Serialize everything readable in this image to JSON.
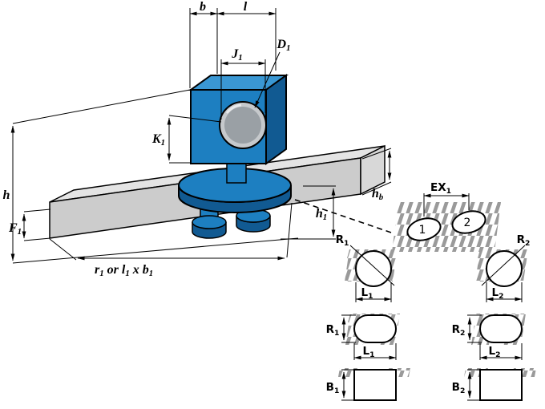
{
  "colors": {
    "clamp_blue": "#1d7fc1",
    "clamp_light": "#3a97d3",
    "clamp_dark": "#115a92",
    "rail_gray": "#cccccc",
    "rail_gray_light": "#e4e4e4",
    "rail_gray_mid": "#d8d8d8",
    "bore_gray": "#c6c9cc",
    "bore_gray_dark": "#9aa0a5",
    "hatch_gray": "#9a9a9a",
    "outline": "#000000"
  },
  "labels": {
    "b": "b",
    "l": "l",
    "j1": {
      "base": "J",
      "sub": "1"
    },
    "d1": {
      "base": "D",
      "sub": "1"
    },
    "k1": {
      "base": "K",
      "sub": "1"
    },
    "h": "h",
    "f1": {
      "base": "F",
      "sub": "1"
    },
    "h1": {
      "base": "h",
      "sub": "1"
    },
    "hb": {
      "base": "h",
      "sub": "b"
    },
    "r1_or": {
      "p1": "r",
      "s1": "1",
      "p2": " or l",
      "s2": "1",
      "p3": " x b",
      "s3": "1"
    },
    "ex1": {
      "base": "EX",
      "sub": "1"
    },
    "hole1": "1",
    "hole2": "2",
    "r1": {
      "base": "R",
      "sub": "1"
    },
    "r2": {
      "base": "R",
      "sub": "2"
    },
    "l1": {
      "base": "L",
      "sub": "1"
    },
    "l2": {
      "base": "L",
      "sub": "2"
    },
    "b1": {
      "base": "B",
      "sub": "1"
    },
    "b2": {
      "base": "B",
      "sub": "2"
    }
  }
}
